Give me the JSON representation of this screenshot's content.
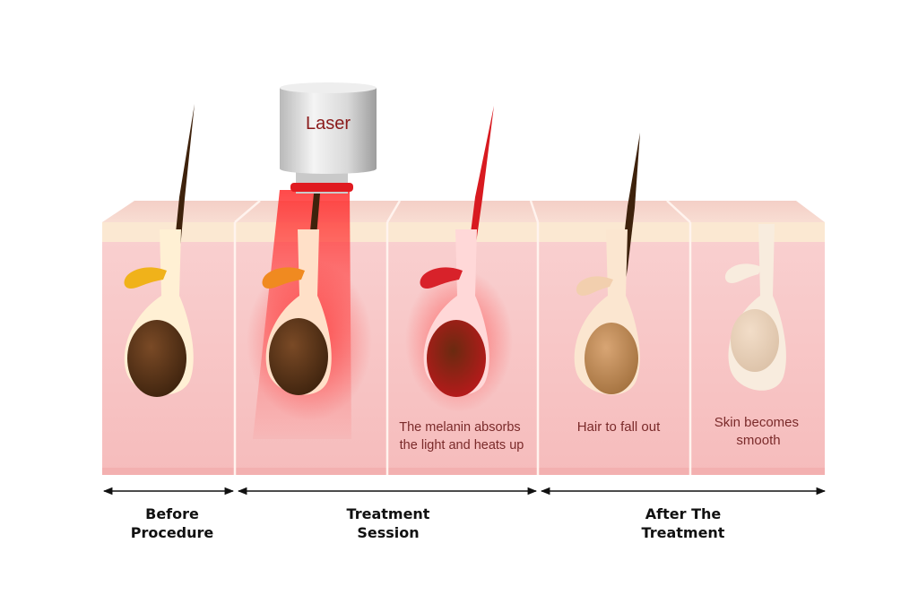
{
  "device": {
    "label": "Laser"
  },
  "annotations": [
    {
      "id": "melanin",
      "text": "The melanin absorbs the light and heats up",
      "lines": [
        "The melanin absorbs",
        "the light and heats up"
      ]
    },
    {
      "id": "fall",
      "text": "Hair to fall out",
      "lines": [
        "Hair to fall out"
      ]
    },
    {
      "id": "smooth",
      "text": "Skin becomes smooth",
      "lines": [
        "Skin becomes",
        "smooth"
      ]
    }
  ],
  "stages": [
    {
      "label": "Before\nProcedure"
    },
    {
      "label": "Treatment\nSession"
    },
    {
      "label": "After The\nTreatment"
    }
  ],
  "colors": {
    "skin": "#f8c8c8",
    "skin_top": "#f7d9cf",
    "epidermis": "#fbe8d2",
    "laser": "#e8242c",
    "hair_dark": "#4a2a12",
    "hair_light": "#c8a080"
  }
}
